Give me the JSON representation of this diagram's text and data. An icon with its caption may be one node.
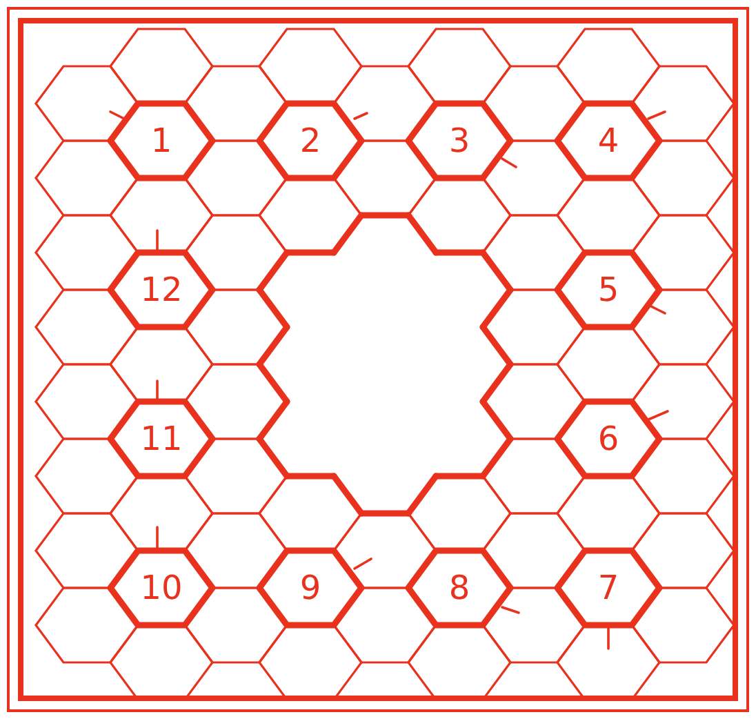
{
  "diagram": {
    "nodes": [
      {
        "text": [
          "1"
        ]
      },
      {
        "text": [
          "2"
        ]
      },
      {
        "text": [
          "3"
        ]
      },
      {
        "text": [
          "4"
        ]
      },
      {
        "text": [
          "12"
        ]
      },
      {
        "text": [
          "5"
        ]
      },
      {
        "text": [
          "11"
        ]
      },
      {
        "text": [
          "6"
        ]
      },
      {
        "text": [
          "10"
        ]
      },
      {
        "text": [
          "9"
        ]
      },
      {
        "text": [
          "8"
        ]
      },
      {
        "text": [
          "7"
        ]
      }
    ]
  }
}
